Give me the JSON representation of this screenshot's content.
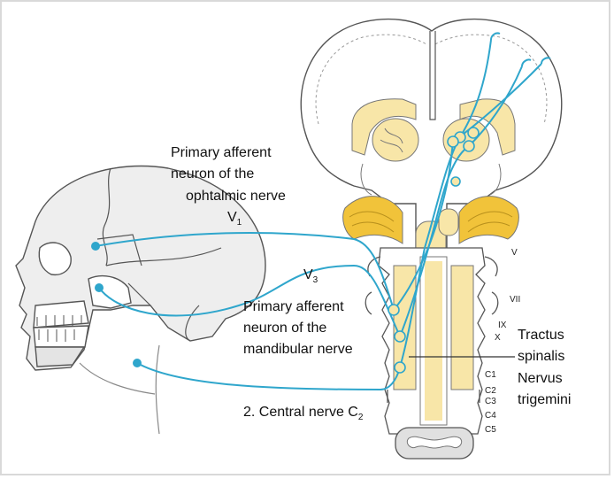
{
  "labels": {
    "ophthalmic": [
      "Primary afferent",
      "neuron of the",
      "ophtalmic nerve"
    ],
    "v1": {
      "main": "V",
      "sub": "1"
    },
    "v3": {
      "main": "V",
      "sub": "3"
    },
    "mandibular": [
      "Primary afferent",
      "neuron of the",
      "mandibular nerve"
    ],
    "central": {
      "main": "2. Central nerve C",
      "sub": "2"
    },
    "tractus": [
      "Tractus",
      "spinalis",
      "Nervus",
      "trigemini"
    ],
    "nerve_roots": [
      "V",
      "VII",
      "IX",
      "X"
    ],
    "cervical": [
      "C1",
      "C2",
      "C3",
      "C4",
      "C5"
    ]
  },
  "colors": {
    "nerve": "#2fa6cc",
    "nucleus": "#f8e6a8",
    "nucleus_dark": "#f1c33a",
    "outline": "#555555",
    "cord": "#e0e0e0"
  }
}
